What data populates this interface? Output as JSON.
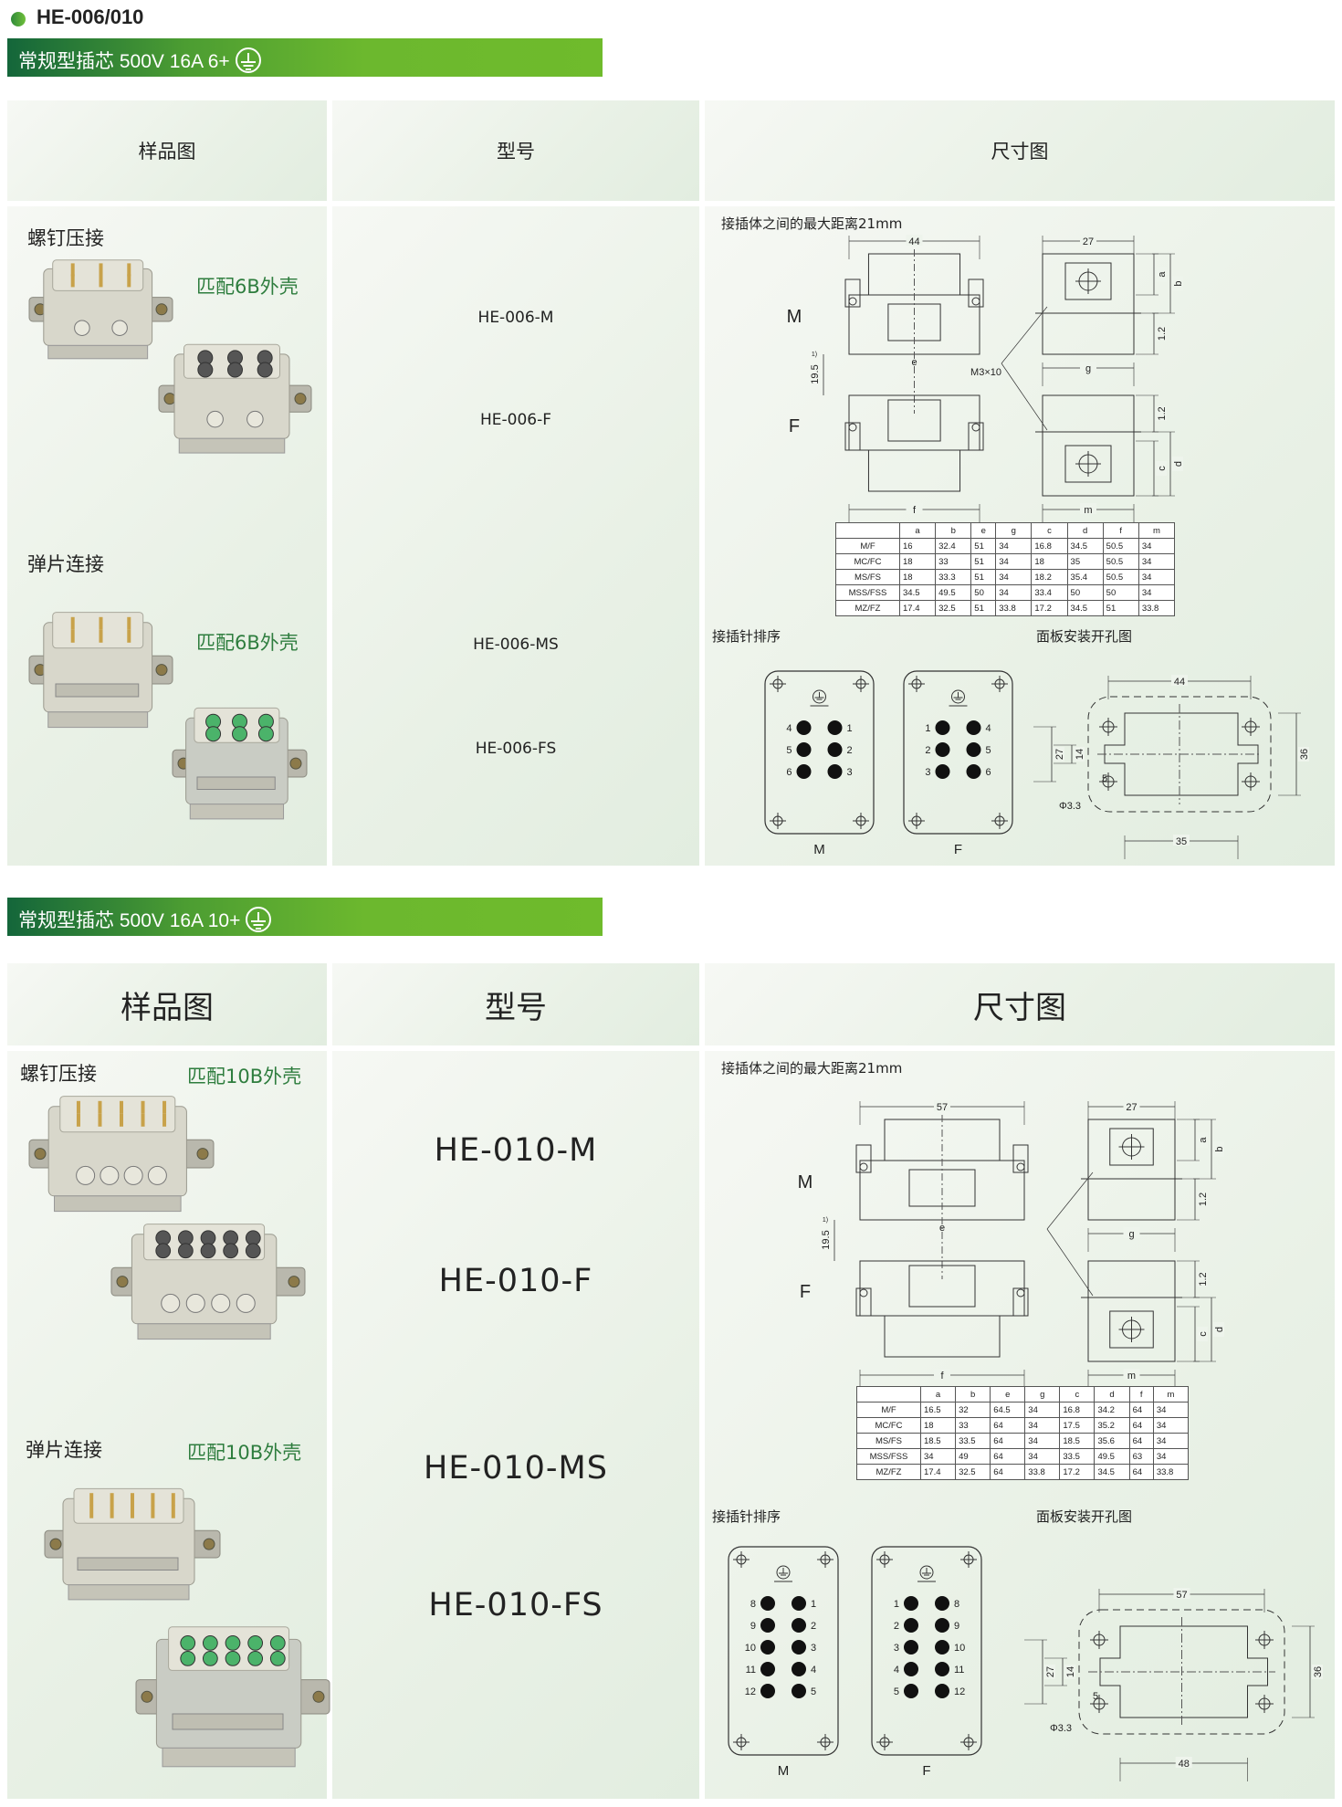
{
  "page_title": "HE-006/010",
  "sections": [
    {
      "banner": "常规型插芯 500V 16A 6+",
      "headers": {
        "sample": "样品图",
        "model": "型号",
        "dims": "尺寸图"
      },
      "groups": [
        {
          "label": "螺钉压接",
          "match": "匹配6B外壳"
        },
        {
          "label": "弹片连接",
          "match": "匹配6B外壳"
        }
      ],
      "models": [
        "HE-006-M",
        "HE-006-F",
        "HE-006-MS",
        "HE-006-FS"
      ],
      "max_distance": "接插体之间的最大距离21mm",
      "drawing": {
        "width": "44",
        "side_width": "27",
        "a": "a",
        "b": "b",
        "gap": "1.2",
        "height": "19.5",
        "note": "1)",
        "e": "e",
        "g": "g",
        "screw": "M3×10",
        "f": "f",
        "m": "m",
        "c": "c",
        "d": "d",
        "gap2": "1.2",
        "m_label": "M",
        "f_label": "F"
      },
      "table": {
        "columns": [
          "",
          "a",
          "b",
          "e",
          "g",
          "c",
          "d",
          "f",
          "m"
        ],
        "rows": [
          [
            "M/F",
            "16",
            "32.4",
            "51",
            "34",
            "16.8",
            "34.5",
            "50.5",
            "34"
          ],
          [
            "MC/FC",
            "18",
            "33",
            "51",
            "34",
            "18",
            "35",
            "50.5",
            "34"
          ],
          [
            "MS/FS",
            "18",
            "33.3",
            "51",
            "34",
            "18.2",
            "35.4",
            "50.5",
            "34"
          ],
          [
            "MSS/FSS",
            "34.5",
            "49.5",
            "50",
            "34",
            "33.4",
            "50",
            "50",
            "34"
          ],
          [
            "MZ/FZ",
            "17.4",
            "32.5",
            "51",
            "33.8",
            "17.2",
            "34.5",
            "51",
            "33.8"
          ]
        ]
      },
      "pin_title": "接插针排序",
      "panel_title": "面板安装开孔图",
      "pins": {
        "M": [
          [
            "4",
            "1"
          ],
          [
            "5",
            "2"
          ],
          [
            "6",
            "3"
          ]
        ],
        "F": [
          [
            "1",
            "4"
          ],
          [
            "2",
            "5"
          ],
          [
            "3",
            "6"
          ]
        ],
        "labels": [
          "M",
          "F"
        ]
      },
      "panel": {
        "outer": "44",
        "hole_span": "27",
        "inner": "14",
        "offset": "5",
        "height": "36",
        "hole": "Φ3.3",
        "bottom": "35"
      }
    },
    {
      "banner": "常规型插芯 500V 16A 10+",
      "headers": {
        "sample": "样品图",
        "model": "型号",
        "dims": "尺寸图"
      },
      "groups": [
        {
          "label": "螺钉压接",
          "match": "匹配10B外壳"
        },
        {
          "label": "弹片连接",
          "match": "匹配10B外壳"
        }
      ],
      "models": [
        "HE-010-M",
        "HE-010-F",
        "HE-010-MS",
        "HE-010-FS"
      ],
      "max_distance": "接插体之间的最大距离21mm",
      "drawing": {
        "width": "57",
        "side_width": "27",
        "a": "a",
        "b": "b",
        "gap": "1.2",
        "height": "19.5",
        "note": "1)",
        "e": "e",
        "g": "g",
        "screw": "",
        "f": "f",
        "m": "m",
        "c": "c",
        "d": "d",
        "gap2": "1.2",
        "m_label": "M",
        "f_label": "F"
      },
      "table": {
        "columns": [
          "",
          "a",
          "b",
          "e",
          "g",
          "c",
          "d",
          "f",
          "m"
        ],
        "rows": [
          [
            "M/F",
            "16.5",
            "32",
            "64.5",
            "34",
            "16.8",
            "34.2",
            "64",
            "34"
          ],
          [
            "MC/FC",
            "18",
            "33",
            "64",
            "34",
            "17.5",
            "35.2",
            "64",
            "34"
          ],
          [
            "MS/FS",
            "18.5",
            "33.5",
            "64",
            "34",
            "18.5",
            "35.6",
            "64",
            "34"
          ],
          [
            "MSS/FSS",
            "34",
            "49",
            "64",
            "34",
            "33.5",
            "49.5",
            "63",
            "34"
          ],
          [
            "MZ/FZ",
            "17.4",
            "32.5",
            "64",
            "33.8",
            "17.2",
            "34.5",
            "64",
            "33.8"
          ]
        ]
      },
      "pin_title": "接插针排序",
      "panel_title": "面板安装开孔图",
      "pins": {
        "M": [
          [
            "8",
            "1"
          ],
          [
            "9",
            "2"
          ],
          [
            "10",
            "3"
          ],
          [
            "11",
            "4"
          ],
          [
            "12",
            "5"
          ]
        ],
        "F": [
          [
            "1",
            "8"
          ],
          [
            "2",
            "9"
          ],
          [
            "3",
            "10"
          ],
          [
            "4",
            "11"
          ],
          [
            "5",
            "12"
          ]
        ],
        "labels": [
          "M",
          "F"
        ]
      },
      "panel": {
        "outer": "57",
        "hole_span": "27",
        "inner": "14",
        "offset": "5",
        "height": "36",
        "hole": "Φ3.3",
        "bottom": "48"
      }
    }
  ],
  "colors": {
    "accent_dark": "#14663a",
    "accent_light": "#6fbb2c",
    "match_text": "#2e7d3e"
  }
}
